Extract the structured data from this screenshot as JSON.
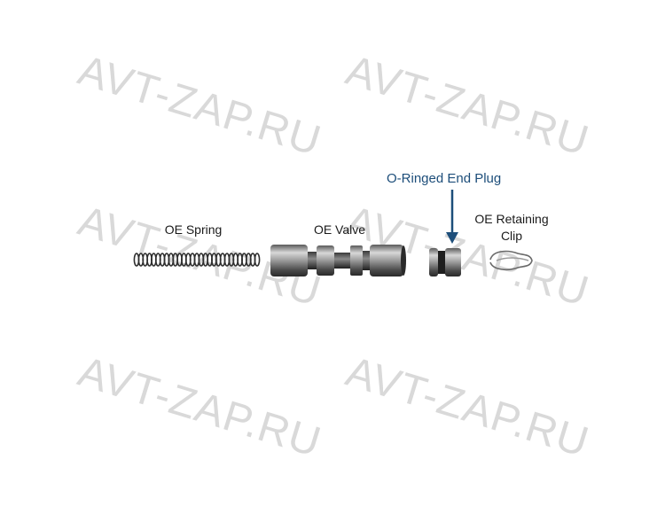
{
  "watermark": {
    "text": "AVT-ZAP.RU",
    "copies": [
      "AVT-ZAP.RU",
      "AVT-ZAP.RU",
      "AVT-ZAP.RU",
      "AVT-ZAP.RU",
      "AVT-ZAP.RU",
      "AVT-ZAP.RU"
    ]
  },
  "labels": {
    "spring": "OE Spring",
    "valve": "OE Valve",
    "clip_line1": "OE Retaining",
    "clip_line2": "Clip",
    "plug_callout": "O-Ringed End Plug"
  },
  "colors": {
    "callout": "#1d4e7a",
    "arrow": "#1d4e7a",
    "metal": "#8a8a8a",
    "watermark": "#d9d9d9"
  }
}
